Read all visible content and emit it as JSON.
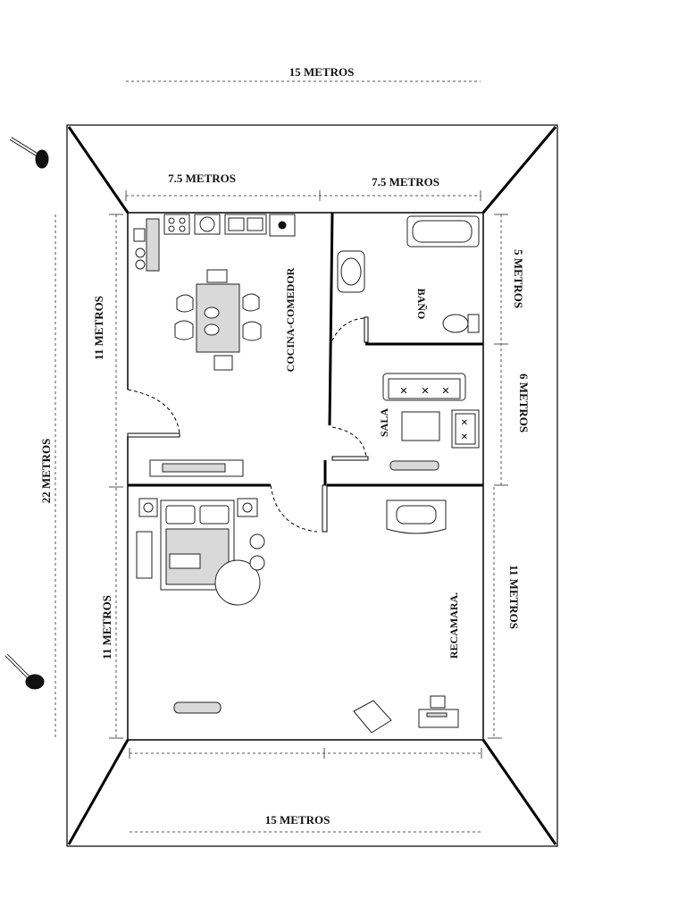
{
  "dimensions": {
    "top_total": "15 METROS",
    "top_left": "7.5 METROS",
    "top_right": "7.5 METROS",
    "left_total": "22 METROS",
    "left_upper": "11 METROS",
    "left_lower": "11 METROS",
    "right_bath": "5 METROS",
    "right_sala": "6 METROS",
    "right_lower": "11 METROS",
    "bottom_total": "15 METROS"
  },
  "rooms": {
    "kitchen": "COCINA-COMEDOR",
    "bath": "BAÑO",
    "living": "SALA",
    "bedroom": "RECAMARA."
  }
}
